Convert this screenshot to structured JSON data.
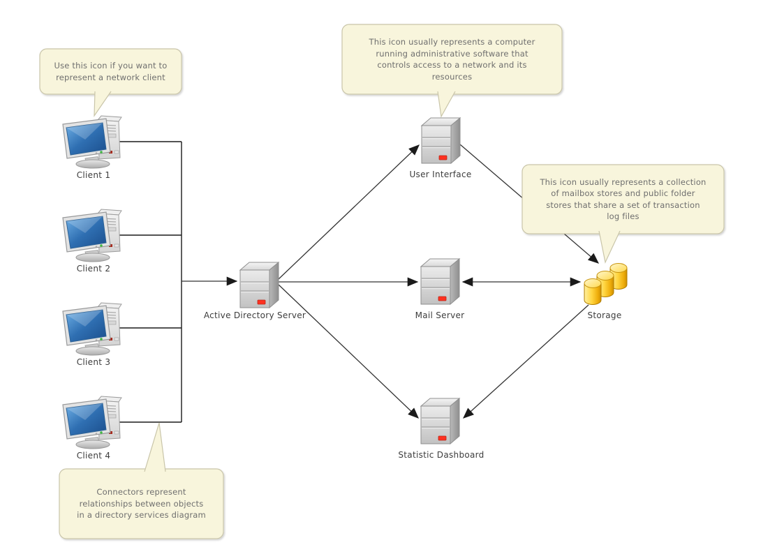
{
  "nodes": {
    "client1": {
      "label": "Client 1",
      "type": "network client workstation"
    },
    "client2": {
      "label": "Client 2",
      "type": "network client workstation"
    },
    "client3": {
      "label": "Client 3",
      "type": "network client workstation"
    },
    "client4": {
      "label": "Client 4",
      "type": "network client workstation"
    },
    "active_directory": {
      "label": "Active Directory Server",
      "type": "server"
    },
    "user_interface": {
      "label": "User Interface",
      "type": "server"
    },
    "mail_server": {
      "label": "Mail Server",
      "type": "server"
    },
    "storage": {
      "label": "Storage",
      "type": "database cylinders"
    },
    "statistic_dashboard": {
      "label": "Statistic Dashboard",
      "type": "server"
    }
  },
  "callouts": {
    "client": {
      "lines": [
        "Use this icon if you want to",
        "represent a network client"
      ]
    },
    "admin": {
      "lines": [
        "This icon usually represents a computer",
        "running administrative software that",
        "controls access to a network and its",
        "resources"
      ]
    },
    "storage": {
      "lines": [
        "This icon usually represents a collection",
        "of mailbox stores and public folder",
        "stores that share a set of transaction",
        "log files"
      ]
    },
    "connectors": {
      "lines": [
        "Connectors represent",
        "relationships between objects",
        "in a directory services diagram"
      ]
    }
  },
  "icons": {
    "client": "desktop-computer-icon",
    "server": "tower-server-icon",
    "storage": "database-cylinders-icon"
  },
  "colors": {
    "background": "#FFFFFF",
    "callout_fill": "#F8F5DC",
    "callout_border": "#C9C5A9",
    "callout_text": "#6E6E6E",
    "label_text": "#3C3C3C",
    "connector_line": "#333333",
    "screen_blue": "#2F6FB2",
    "storage_yellow": "#FFD540",
    "led_red": "#FF3120"
  }
}
